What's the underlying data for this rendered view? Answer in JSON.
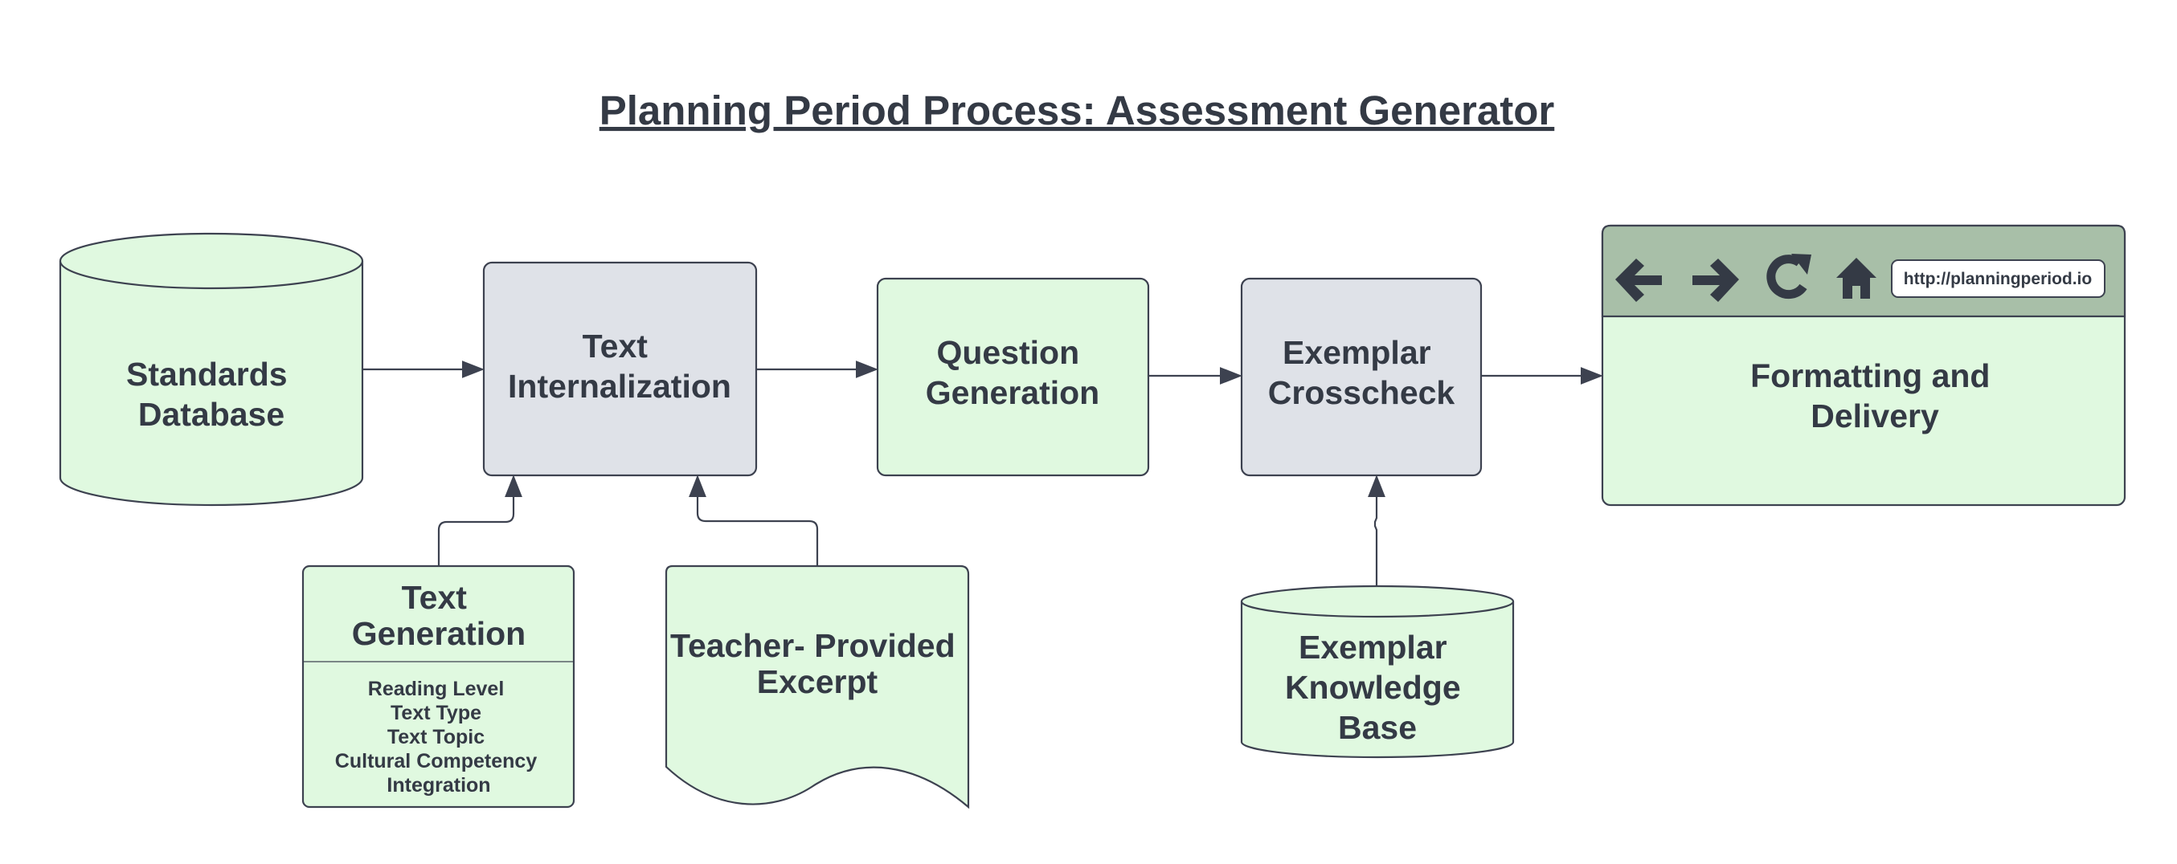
{
  "title": "Planning Period Process: Assessment Generator",
  "colors": {
    "ink": "#343a45",
    "green_fill": "#e0f9e0",
    "gray_fill": "#dfe2e8",
    "browser_bar": "#a8bfa8",
    "stroke": "#3d4250"
  },
  "nodes": {
    "standards_database": {
      "line1": "Standards",
      "line2": "Database"
    },
    "text_internalization": {
      "line1": "Text",
      "line2": "Internalization"
    },
    "question_generation": {
      "line1": "Question",
      "line2": "Generation"
    },
    "exemplar_crosscheck": {
      "line1": "Exemplar",
      "line2": "Crosscheck"
    },
    "formatting_delivery": {
      "line1": "Formatting and",
      "line2": "Delivery"
    },
    "text_generation": {
      "line1": "Text",
      "line2": "Generation",
      "items": [
        "Reading Level",
        "Text Type",
        "Text Topic",
        "Cultural Competency",
        "Integration"
      ]
    },
    "teacher_excerpt": {
      "line1": "Teacher- Provided",
      "line2": "Excerpt"
    },
    "exemplar_kb": {
      "line1": "Exemplar",
      "line2": "Knowledge",
      "line3": "Base"
    }
  },
  "browser": {
    "url": "http://planningperiod.io",
    "icons": [
      "back-arrow-icon",
      "forward-arrow-icon",
      "reload-icon",
      "home-icon"
    ]
  }
}
